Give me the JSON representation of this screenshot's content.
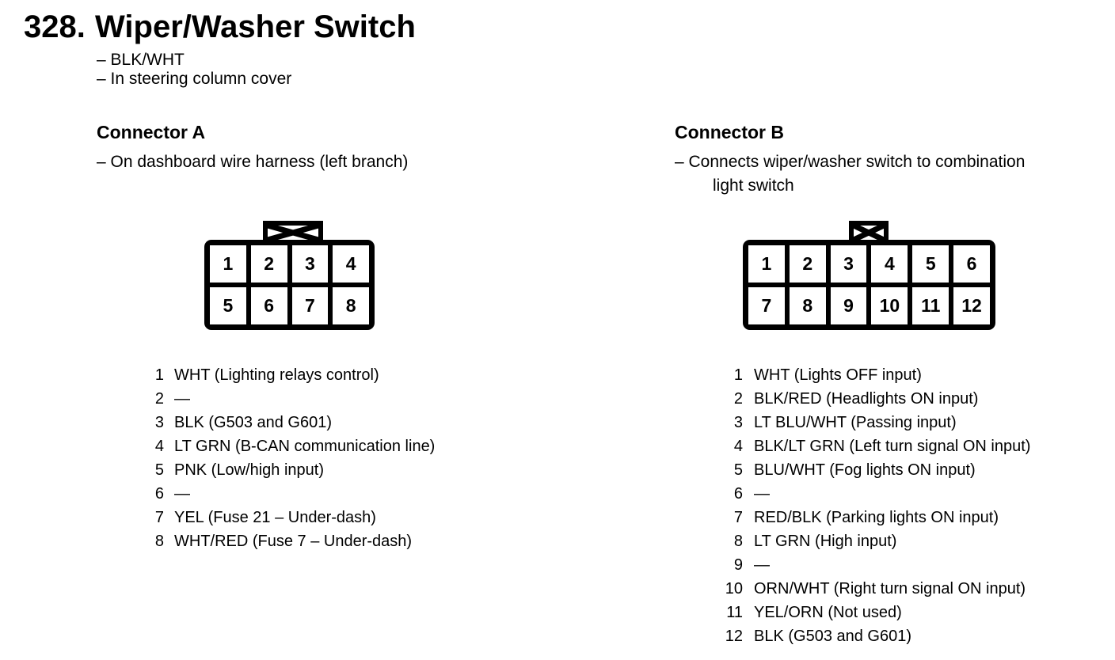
{
  "page": {
    "section_number": "328.",
    "title": "Wiper/Washer Switch",
    "notes": [
      "– BLK/WHT",
      "– In steering column cover"
    ]
  },
  "colors": {
    "ink": "#000000",
    "background": "#ffffff"
  },
  "connector_a": {
    "heading": "Connector A",
    "note_lines": [
      "– On dashboard wire harness (left branch)"
    ],
    "cells": [
      "1",
      "2",
      "3",
      "4",
      "5",
      "6",
      "7",
      "8"
    ],
    "pins": [
      {
        "pin": "1",
        "label": "WHT (Lighting relays control)"
      },
      {
        "pin": "2",
        "label": "—"
      },
      {
        "pin": "3",
        "label": "BLK (G503 and G601)"
      },
      {
        "pin": "4",
        "label": "LT GRN (B-CAN communication line)"
      },
      {
        "pin": "5",
        "label": "PNK (Low/high input)"
      },
      {
        "pin": "6",
        "label": "—"
      },
      {
        "pin": "7",
        "label": "YEL (Fuse 21 – Under-dash)"
      },
      {
        "pin": "8",
        "label": "WHT/RED (Fuse 7 – Under-dash)"
      }
    ]
  },
  "connector_b": {
    "heading": "Connector B",
    "note_lines": [
      "– Connects wiper/washer switch to combination",
      "light switch"
    ],
    "cells": [
      "1",
      "2",
      "3",
      "4",
      "5",
      "6",
      "7",
      "8",
      "9",
      "10",
      "11",
      "12"
    ],
    "pins": [
      {
        "pin": "1",
        "label": "WHT (Lights OFF input)"
      },
      {
        "pin": "2",
        "label": "BLK/RED (Headlights ON input)"
      },
      {
        "pin": "3",
        "label": "LT BLU/WHT (Passing input)"
      },
      {
        "pin": "4",
        "label": "BLK/LT GRN (Left turn signal ON input)"
      },
      {
        "pin": "5",
        "label": "BLU/WHT (Fog lights ON input)"
      },
      {
        "pin": "6",
        "label": "—"
      },
      {
        "pin": "7",
        "label": "RED/BLK (Parking lights ON input)"
      },
      {
        "pin": "8",
        "label": "LT GRN (High input)"
      },
      {
        "pin": "9",
        "label": "—"
      },
      {
        "pin": "10",
        "label": "ORN/WHT (Right turn signal ON input)"
      },
      {
        "pin": "11",
        "label": "YEL/ORN (Not used)"
      },
      {
        "pin": "12",
        "label": "BLK (G503 and G601)"
      }
    ]
  }
}
